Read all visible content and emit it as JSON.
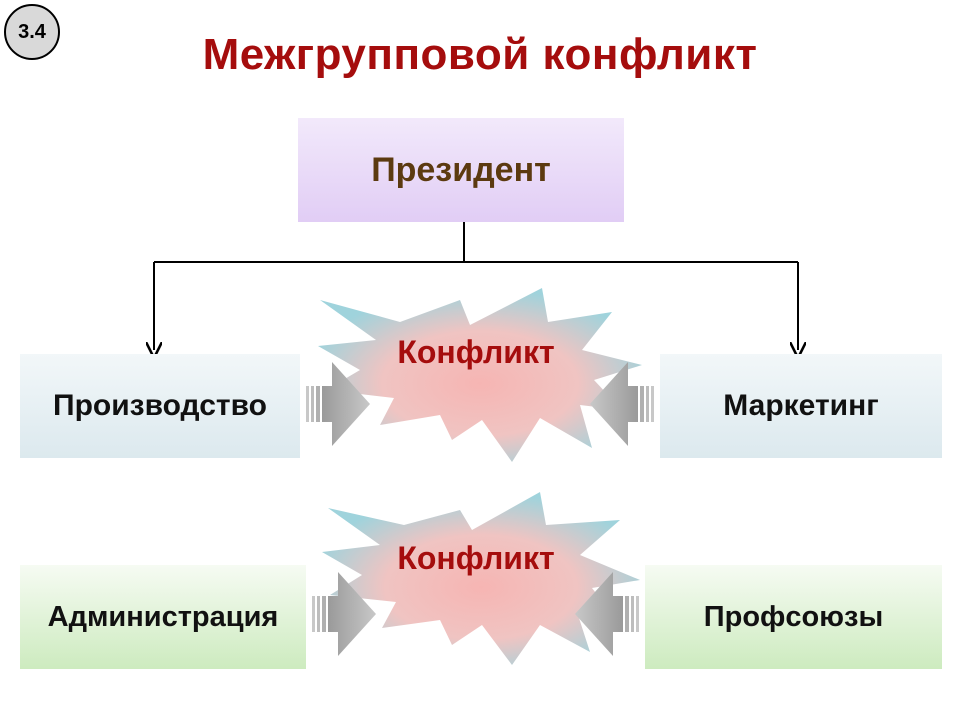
{
  "slide_number": "3.4",
  "title": "Межгрупповой конфликт",
  "boxes": {
    "president": "Президент",
    "production": "Производство",
    "marketing": "Маркетинг",
    "administration": "Администрация",
    "unions": "Профсоюзы"
  },
  "conflicts": [
    "Конфликт",
    "Конфликт"
  ],
  "colors": {
    "title": "#a50d0d",
    "president_text": "#5c3a10",
    "burst_outer": "#9fd3dc",
    "burst_inner": "#f3b8b6",
    "arrow_gray": "#b3b3b3"
  }
}
